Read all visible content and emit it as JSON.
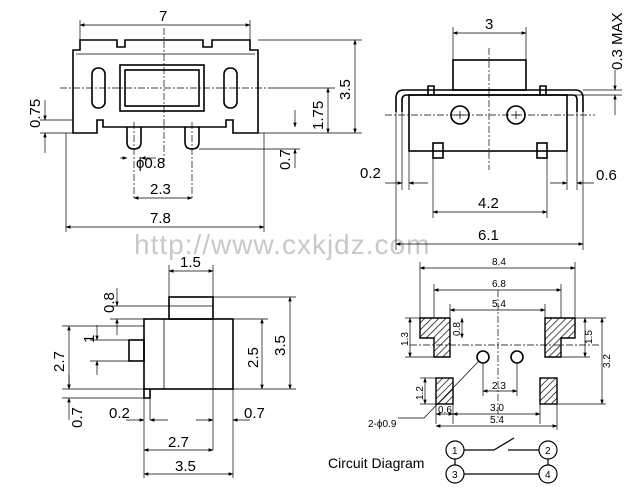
{
  "views": {
    "top": {
      "dim_width_body": "7",
      "dim_height": "3.5",
      "dim_offset_left": "0.75",
      "dim_offset_right": "1.75",
      "dim_pin_len": "0.7",
      "dim_pin_dia": "ϕ0.8",
      "dim_pin_pitch": "2.3",
      "dim_width_total": "7.8"
    },
    "front": {
      "dim_actuator_width": "3",
      "dim_actuator_height": "0.3 MAX",
      "dim_left_gap": "0.2",
      "dim_right_gap": "0.6",
      "dim_leg_span": "4.2",
      "dim_total": "6.1"
    },
    "side": {
      "dim_actuator_width": "1.5",
      "dim_actuator_height": "0.8",
      "dim_bump": "1",
      "dim_height_left": "2.7",
      "dim_base": "0.7",
      "dim_gap_left": "0.2",
      "dim_gap_right": "0.7",
      "dim_body_height": "2.5",
      "dim_total_height": "3.5",
      "dim_body_width": "2.7",
      "dim_total_width": "3.5"
    },
    "footprint": {
      "dim_outer": "8.4",
      "dim_mid": "6.8",
      "dim_inner_top": "5.4",
      "dim_left_pad": "1.3",
      "dim_slot": "0.8",
      "dim_right_pad": "1.5",
      "dim_height": "3.2",
      "dim_pad_h": "1.2",
      "dim_hole_pitch": "2.3",
      "dim_pad_w": "0.6",
      "dim_pad_gap": "3.0",
      "dim_inner_bottom": "5.4",
      "dim_holes": "2-ϕ0.9"
    },
    "circuit": {
      "title": "Circuit Diagram",
      "pins": [
        "1",
        "2",
        "3",
        "4"
      ]
    }
  },
  "watermark": "http://www.cxkjdz.com"
}
